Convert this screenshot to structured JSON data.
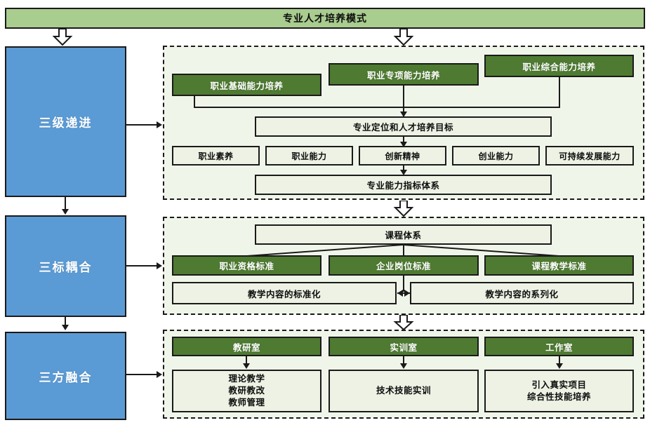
{
  "diagram": {
    "title": "专业人才培养模式",
    "accent_green_dark": "#4E7B31",
    "accent_green_light": "#A9CC8F",
    "accent_blue": "#5B9BD5",
    "panel_fill": "#F0F5EA",
    "box_fill": "#EDF2E4",
    "outline": "#1a1a1a"
  },
  "pillars": [
    {
      "label": "三级递进"
    },
    {
      "label": "三标耦合"
    },
    {
      "label": "三方融合"
    }
  ],
  "section1": {
    "ladder": [
      {
        "label": "职业基础能力培养"
      },
      {
        "label": "职业专项能力培养"
      },
      {
        "label": "职业综合能力培养"
      }
    ],
    "goal": "专业定位和人才培养目标",
    "competencies": [
      "职业素养",
      "职业能力",
      "创新精神",
      "创业能力",
      "可持续发展能力"
    ],
    "index_system": "专业能力指标体系"
  },
  "section2": {
    "curriculum": "课程体系",
    "standards": [
      {
        "label": "职业资格标准"
      },
      {
        "label": "企业岗位标准"
      },
      {
        "label": "课程教学标准"
      }
    ],
    "outcomes": [
      "教学内容的标准化",
      "教学内容的系列化"
    ]
  },
  "section3": {
    "rooms": [
      {
        "label": "教研室",
        "details": [
          "理论教学",
          "教研教改",
          "教师管理"
        ]
      },
      {
        "label": "实训室",
        "details": [
          "技术技能实训"
        ]
      },
      {
        "label": "工作室",
        "details": [
          "引入真实项目",
          "综合性技能培养"
        ]
      }
    ]
  }
}
